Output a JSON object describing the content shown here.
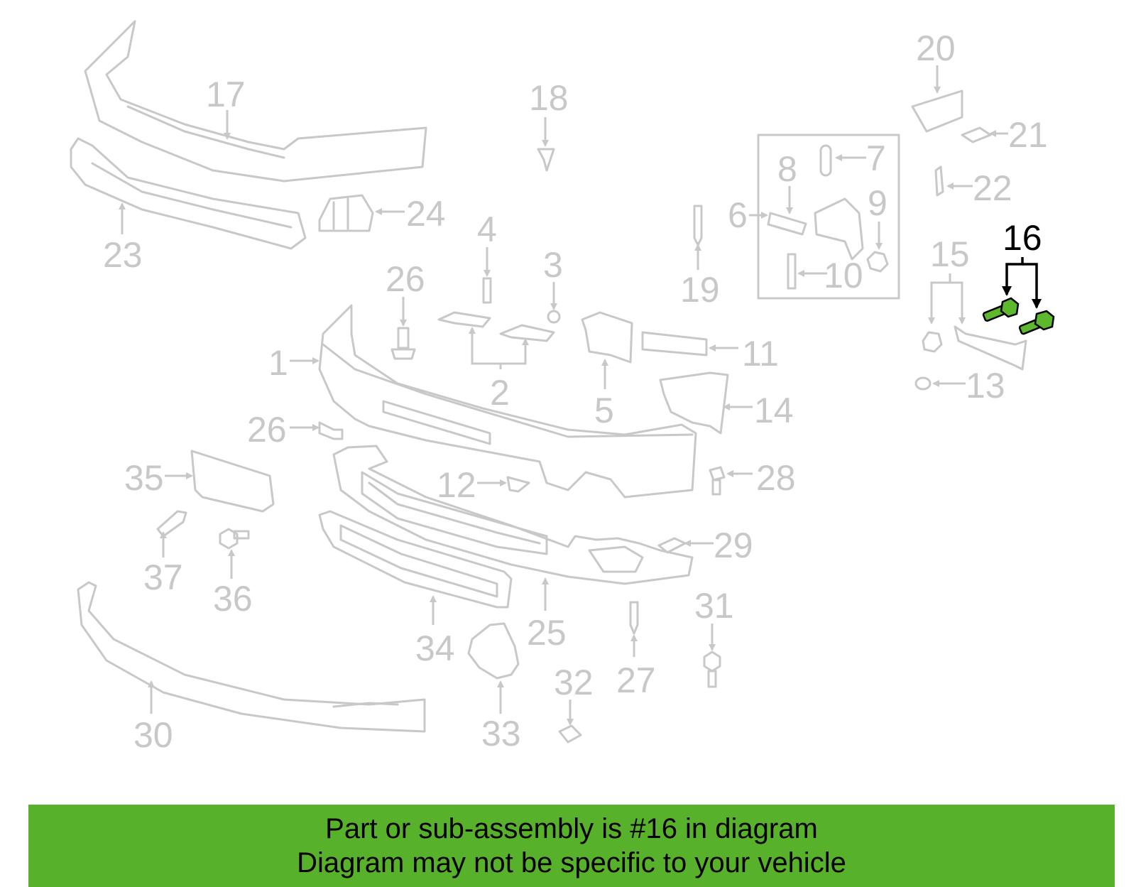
{
  "highlight": {
    "part_number": "16",
    "color": "#57b12b"
  },
  "labels": {
    "l1": "1",
    "l2": "2",
    "l3": "3",
    "l4": "4",
    "l5": "5",
    "l6": "6",
    "l7": "7",
    "l8": "8",
    "l9": "9",
    "l10": "10",
    "l11": "11",
    "l12": "12",
    "l13": "13",
    "l14": "14",
    "l15": "15",
    "l16": "16",
    "l17": "17",
    "l18": "18",
    "l19": "19",
    "l20": "20",
    "l21": "21",
    "l22": "22",
    "l23": "23",
    "l24": "24",
    "l25": "25",
    "l26a": "26",
    "l26b": "26",
    "l27": "27",
    "l28": "28",
    "l29": "29",
    "l30": "30",
    "l31": "31",
    "l32": "32",
    "l33": "33",
    "l34": "34",
    "l35": "35",
    "l36": "36",
    "l37": "37"
  },
  "footer": {
    "line1": "Part or sub-assembly is #16 in diagram",
    "line2": "Diagram may not be specific to your vehicle"
  }
}
